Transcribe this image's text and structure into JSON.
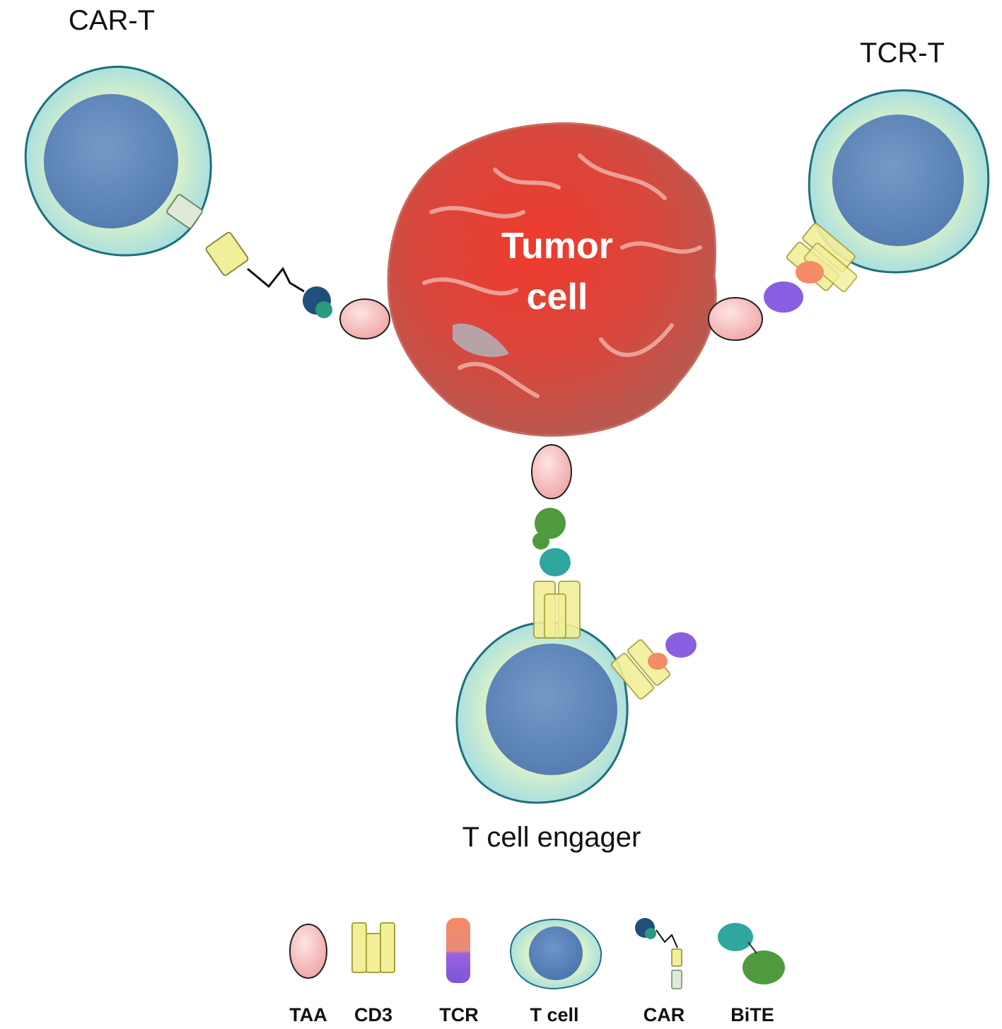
{
  "labels": {
    "car_t": "CAR-T",
    "tcr_t": "TCR-T",
    "tumor_line1": "Tumor",
    "tumor_line2": "cell",
    "engager": "T cell engager"
  },
  "legend": {
    "items": [
      {
        "label": "TAA",
        "icon": "taa-oval-icon"
      },
      {
        "label": "CD3",
        "icon": "cd3-icon"
      },
      {
        "label": "TCR",
        "icon": "tcr-icon"
      },
      {
        "label": "T cell",
        "icon": "t-cell-icon"
      },
      {
        "label": "CAR",
        "icon": "car-icon"
      },
      {
        "label": "BiTE",
        "icon": "bite-icon"
      }
    ]
  },
  "colors": {
    "tumor": "#d9473c",
    "taa": "#f7c3c3",
    "t_cell_membrane": "#bfe6ec",
    "t_cell_nucleus": "#5f86bd",
    "cd3": "#f2ef9a",
    "tcr_top": "#f58b67",
    "tcr_bottom": "#8a5ee0",
    "car_head": "#1f4f7a",
    "bite_a": "#2fa6a0",
    "bite_b": "#4f9a3d"
  }
}
